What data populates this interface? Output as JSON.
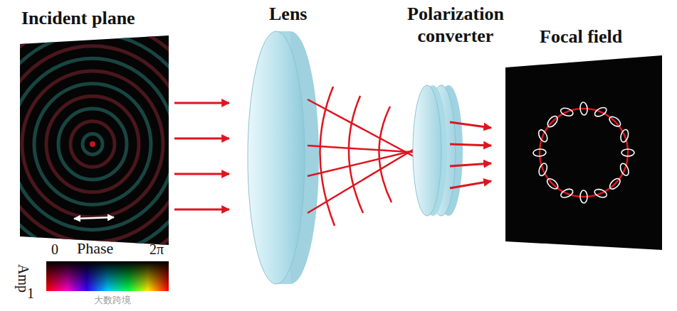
{
  "diagram": {
    "labels": [
      "Incident plane",
      "Lens",
      "Polarization converter",
      "Focal field",
      "Phase",
      "0",
      "2π",
      "Amp",
      "1",
      "大数跨境"
    ]
  }
}
